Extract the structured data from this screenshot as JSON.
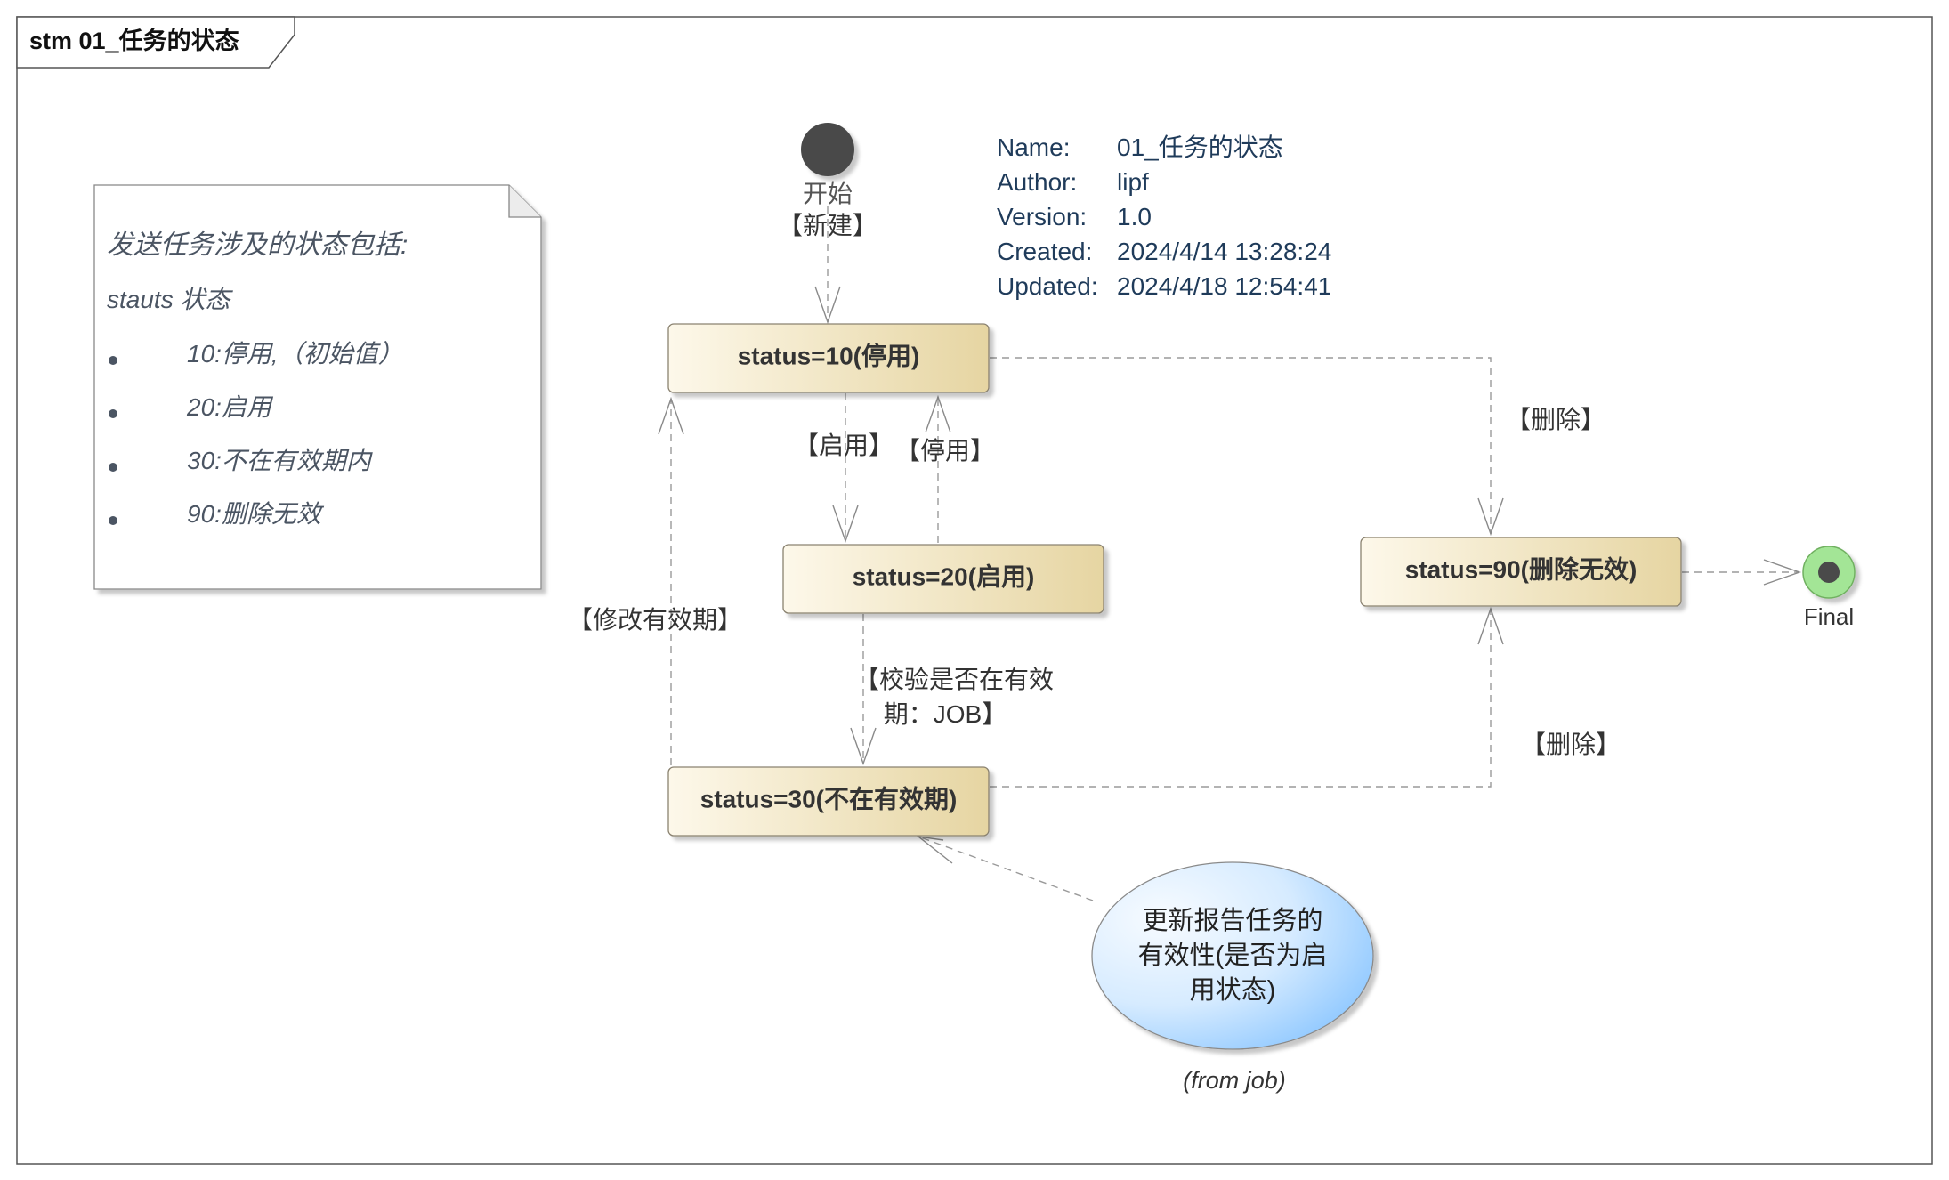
{
  "frame": {
    "title": "stm 01_任务的状态"
  },
  "note": {
    "heading": "发送任务涉及的状态包括:",
    "subheading": "stauts 状态",
    "items": [
      "10:停用,（初始值）",
      "20:启用",
      "30:不在有效期内",
      "90:删除无效"
    ]
  },
  "initial": {
    "label": "开始"
  },
  "final": {
    "label": "Final"
  },
  "info": {
    "rows": [
      {
        "key": "Name:",
        "value": "01_任务的状态"
      },
      {
        "key": "Author:",
        "value": "lipf"
      },
      {
        "key": "Version:",
        "value": "1.0"
      },
      {
        "key": "Created:",
        "value": "2024/4/14 13:28:24"
      },
      {
        "key": "Updated:",
        "value": "2024/4/18 12:54:41"
      }
    ]
  },
  "states": {
    "s10": "status=10(停用)",
    "s20": "status=20(启用)",
    "s30": "status=30(不在有效期)",
    "s90": "status=90(删除无效)"
  },
  "transitions": {
    "create": "【新建】",
    "enable": "【启用】",
    "disable": "【停用】",
    "delete_from_10": "【删除】",
    "delete_from_30": "【删除】",
    "modify_period": "【修改有效期】",
    "check_line1": "【校验是否在有效",
    "check_line2": "期：JOB】"
  },
  "usecase": {
    "lines": [
      "更新报告任务的",
      "有效性(是否为启",
      "用状态)"
    ],
    "source": "(from job)"
  },
  "colors": {
    "state_fill_start": "#fdf8ea",
    "state_fill_end": "#e8d8a6",
    "state_border": "#8a8270",
    "usecase_fill_start": "#f2f8ff",
    "usecase_fill_end": "#9fd0ff",
    "final_ring": "#9fe090",
    "node_dark": "#4a4a4a",
    "line": "#9a9a9a",
    "text_dark": "#333333",
    "info_key": "#1f3b5a"
  }
}
